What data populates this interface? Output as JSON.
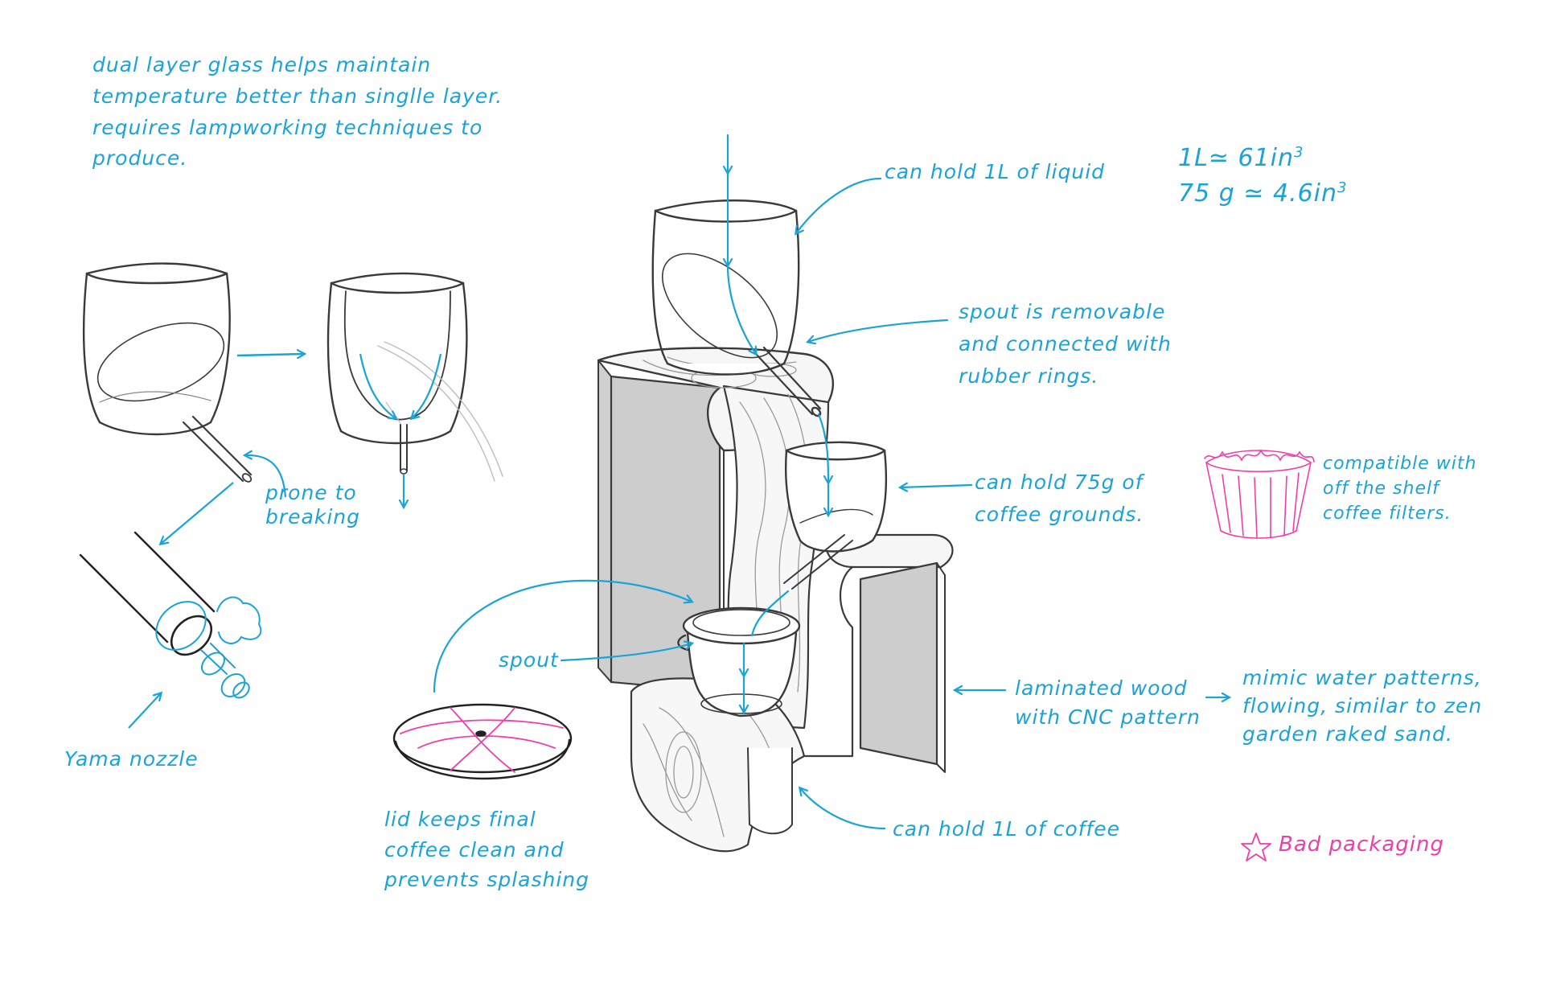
{
  "notes": {
    "dual_layer": [
      "dual layer glass helps maintain",
      "temperature better than singlle layer.",
      "requires lampworking techniques to",
      "produce."
    ],
    "prone": [
      "prone to",
      "breaking"
    ],
    "yama": "Yama nozzle",
    "hold_liquid": "can hold 1L of liquid",
    "math1": "1L≃ 61in",
    "math2": "75 g ≃ 4.6in",
    "exp": "3",
    "spout_removable": [
      "spout is removable",
      "and connected with",
      "rubber rings."
    ],
    "hold_grounds": [
      "can hold 75g of",
      "coffee grounds."
    ],
    "filters": [
      "compatible with",
      "off the shelf",
      "coffee filters."
    ],
    "spout": "spout",
    "wood": [
      "laminated wood",
      "with CNC pattern"
    ],
    "mimic": [
      "mimic water patterns,",
      "flowing, similar to zen",
      "garden raked sand."
    ],
    "hold_coffee": "can hold 1L of coffee",
    "lid": [
      "lid keeps final",
      "coffee clean and",
      "prevents splashing"
    ],
    "bad_packaging": "Bad packaging"
  },
  "icons": {
    "bad_packaging": "star-icon"
  },
  "colors": {
    "annotation": "#1aa3d6",
    "highlight": "#ee3fa8",
    "pencil": "#3a3a3a",
    "panel": "#cdcdcd"
  }
}
